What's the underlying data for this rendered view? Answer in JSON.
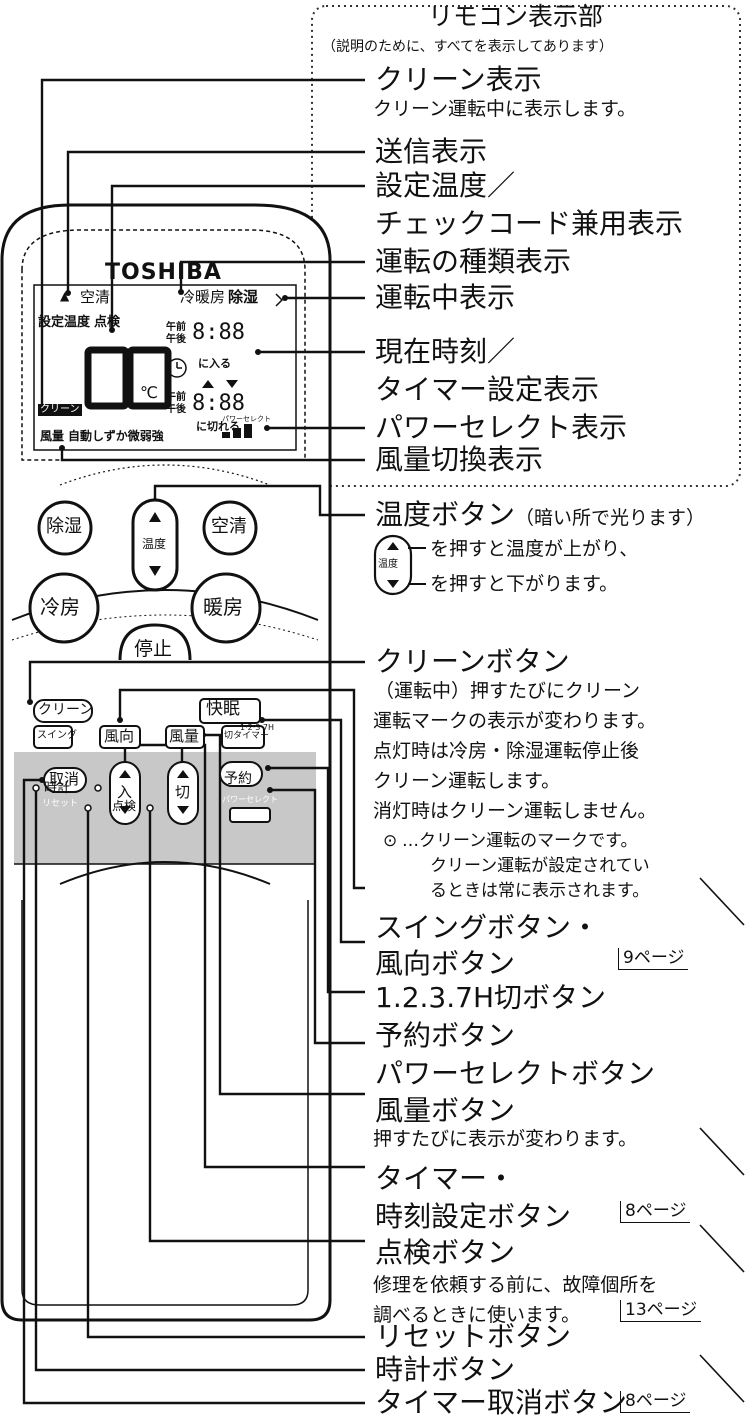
{
  "header": {
    "title": "リモコン表示部",
    "note": "（説明のために、すべてを表示してあります）"
  },
  "callouts": [
    {
      "id": "clean-display",
      "title": "クリーン表示",
      "desc": [
        "クリーン運転中に表示します。"
      ]
    },
    {
      "id": "send-display",
      "title": "送信表示",
      "desc": []
    },
    {
      "id": "set-temp-display",
      "title": "設定温度／",
      "title2": "チェックコード兼用表示",
      "desc": []
    },
    {
      "id": "mode-display",
      "title": "運転の種類表示",
      "desc": []
    },
    {
      "id": "running-display",
      "title": "運転中表示",
      "desc": []
    },
    {
      "id": "clock-display",
      "title": "現在時刻／",
      "title2": "タイマー設定表示",
      "desc": []
    },
    {
      "id": "power-select-display",
      "title": "パワーセレクト表示",
      "desc": []
    },
    {
      "id": "fan-display",
      "title": "風量切換表示",
      "desc": []
    },
    {
      "id": "temp-button",
      "title": "温度ボタン",
      "suffix": "（暗い所で光ります）",
      "desc": [
        "を押すと温度が上がり、",
        "を押すと下がります。"
      ]
    },
    {
      "id": "clean-button",
      "title": "クリーンボタン",
      "desc": [
        "（運転中）押すたびにクリーン",
        "運転マークの表示が変わります。",
        "点灯時は冷房・除湿運転停止後",
        "クリーン運転します。",
        "消灯時はクリーン運転しません。"
      ],
      "note": [
        "…クリーン運転のマークです。",
        "クリーン運転が設定されてい",
        "るときは常に表示されます。"
      ]
    },
    {
      "id": "swing-button",
      "title": "スイングボタン・",
      "title2": "風向ボタン",
      "desc": []
    },
    {
      "id": "timer-137-button",
      "title": "1.2.3.7H切ボタン",
      "desc": []
    },
    {
      "id": "reserve-button",
      "title": "予約ボタン",
      "desc": []
    },
    {
      "id": "power-select-button",
      "title": "パワーセレクトボタン",
      "desc": []
    },
    {
      "id": "fan-button",
      "title": "風量ボタン",
      "desc": [
        "押すたびに表示が変わります。"
      ]
    },
    {
      "id": "timer-set-button",
      "title": "タイマー・",
      "title2": "時刻設定ボタン",
      "desc": []
    },
    {
      "id": "check-button",
      "title": "点検ボタン",
      "desc": [
        "修理を依頼する前に、故障個所を",
        "調べるときに使います。"
      ]
    },
    {
      "id": "reset-button",
      "title": "リセットボタン",
      "desc": []
    },
    {
      "id": "clock-button",
      "title": "時計ボタン",
      "desc": []
    },
    {
      "id": "timer-cancel-button",
      "title": "タイマー取消ボタン",
      "desc": []
    }
  ],
  "page_refs": {
    "swing": "9ページ",
    "timer": "8ページ",
    "check": "13ページ",
    "cancel": "8ページ"
  },
  "remote": {
    "brand": "TOSHIBA",
    "lcd": {
      "send": "▲",
      "air_clean": "空清",
      "modes": "冷暖房",
      "dehum": "除湿",
      "set_temp": "設定温度",
      "check": "点検",
      "am": "午前",
      "pm": "午後",
      "time": "8:88",
      "on": "に入る",
      "off": "に切れる",
      "temp": "88",
      "unit": "℃",
      "clean": "クリーン",
      "fan_label": "風量",
      "fan_modes": "自動しずか微弱強",
      "power_sel": "パワーセレクト"
    },
    "buttons": {
      "dehum": "除湿",
      "air_clean": "空清",
      "cool": "冷房",
      "heat": "暖房",
      "stop": "停止",
      "temp": "温度",
      "clean": "クリーン",
      "sleep": "快眠",
      "timer137": "1·2·3·7H",
      "swing": "スイング",
      "direction": "風向",
      "fan": "風量",
      "off_timer": "切タイマー",
      "cancel": "取消",
      "on": "入",
      "off": "切",
      "reserve": "予約",
      "power_select": "パワーセレクト",
      "clock": "時計",
      "reset": "リセット",
      "check": "点検"
    }
  }
}
